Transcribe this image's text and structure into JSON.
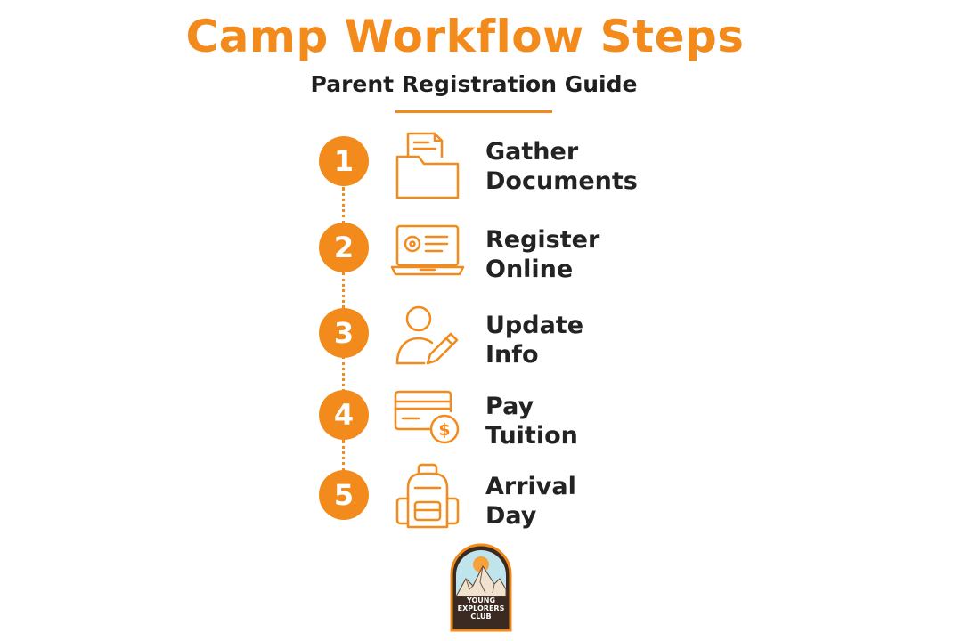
{
  "header": {
    "title": "Camp Workflow Steps",
    "subtitle": "Parent Registration Guide"
  },
  "steps": [
    {
      "number": "1",
      "icon": "document-folder-icon",
      "line1": "Gather",
      "line2": "Documents"
    },
    {
      "number": "2",
      "icon": "laptop-form-icon",
      "line1": "Register",
      "line2": "Online"
    },
    {
      "number": "3",
      "icon": "user-edit-icon",
      "line1": "Update",
      "line2": "Info"
    },
    {
      "number": "4",
      "icon": "credit-card-dollar-icon",
      "line1": "Pay",
      "line2": "Tuition"
    },
    {
      "number": "5",
      "icon": "backpack-icon",
      "line1": "Arrival",
      "line2": "Day"
    }
  ],
  "logo": {
    "line1": "YOUNG",
    "line2": "EXPLORERS",
    "line3": "CLUB"
  },
  "colors": {
    "accent": "#f28a1c",
    "text": "#232323",
    "logo_dark": "#3a2a22"
  }
}
